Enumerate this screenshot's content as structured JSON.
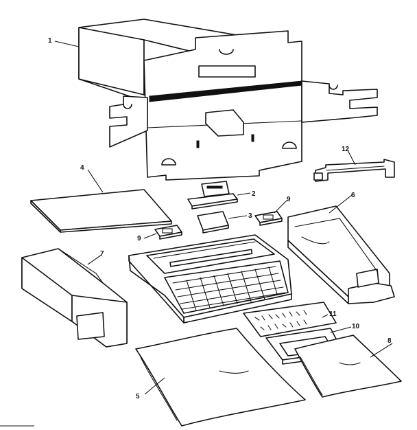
{
  "callouts": {
    "c1": "1",
    "c2": "2",
    "c3": "3",
    "c4": "4",
    "c5": "5",
    "c6": "6",
    "c7": "7",
    "c8": "8",
    "c9a": "9",
    "c9b": "9",
    "c10": "10",
    "c11": "11",
    "c12": "12"
  },
  "colors": {
    "ink": "#111111",
    "paper": "#ffffff"
  }
}
